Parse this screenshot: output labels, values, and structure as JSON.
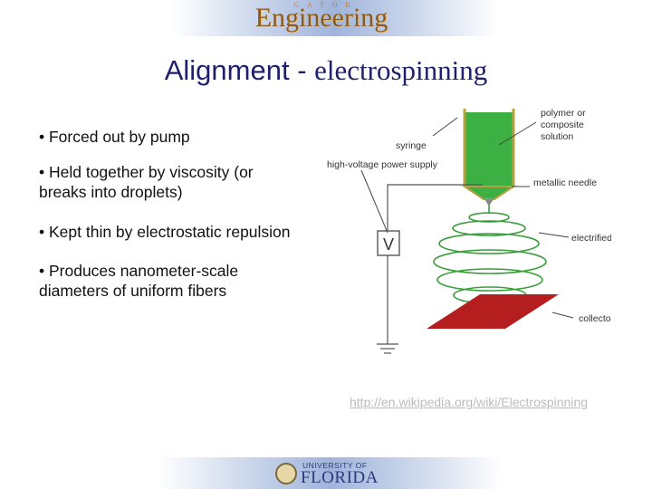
{
  "header": {
    "gator": "GATOR",
    "engineering": "Engineering"
  },
  "title": {
    "part1": "Alignment - ",
    "part2": "electrospinning"
  },
  "bullets": [
    "• Forced out by pump",
    "• Held together by viscosity (or breaks into droplets)",
    "• Kept thin by electrostatic repulsion",
    "• Produces nanometer-scale diameters of uniform fibers"
  ],
  "diagram": {
    "labels": {
      "polymer": [
        "polymer or",
        "composite",
        "solution"
      ],
      "syringe": "syringe",
      "hv": "high-voltage power supply",
      "needle": "metallic needle",
      "jet": "electrified jet",
      "collector": "collector",
      "voltmeter": "V"
    },
    "colors": {
      "fluid": "#3cb043",
      "jet": "#3a9e3a",
      "collector": "#b41e1e"
    }
  },
  "source_link": "http://en.wikipedia.org/wiki/Electrospinning",
  "footer": {
    "university": "UNIVERSITY OF",
    "florida": "FLORIDA"
  }
}
